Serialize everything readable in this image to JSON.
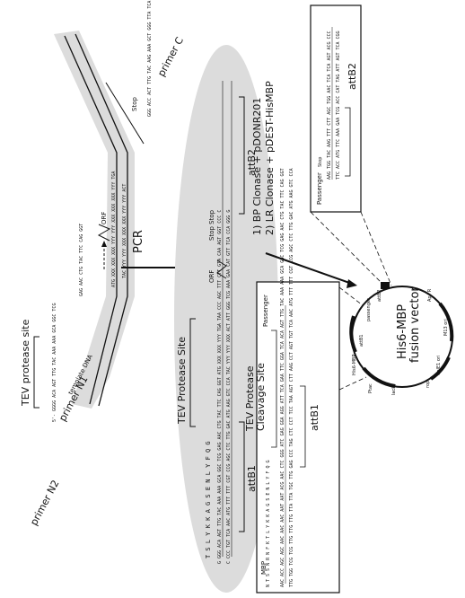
{
  "primers": {
    "n2_label": "primer N2",
    "n2_seq": "5'- GGGG ACA AGT TTG TAC AAA AAA GCA GGC TCG",
    "tev_site": "TEV protease site",
    "n1_label": "primer N1",
    "n1_seq": "GAG AAC CTG TAC TTC CAG GGT",
    "c_label": "primer C",
    "c_seq": "GGG ACC ACT TTG TAC AAG AAA GCT GGG TTA TCA",
    "stop": "Stop"
  },
  "template": {
    "label": "template DNA",
    "orf": "ORF",
    "top_strand": "ATG XXX XXX XXX YYY YYY XXX XXX XXX YYY TGA",
    "bottom_strand": "TAC YYY YYY XXX XXX XXX YYY YYY ACT"
  },
  "pcr": {
    "label": "PCR"
  },
  "product": {
    "tev_site": "TEV Protease Site",
    "protein_seq": "T S L Y K K A G S E N L Y F Q G",
    "top_strand": "G GGG ACA AGT TTG TAC AAA AAA GCA GGC TCG GAG AAC CTG TAC TTC CAG GGT ATG XXX XXX YYY TGA TAA CCC AGC TTT CTT GTA CAA AGT GGT CCC C",
    "bottom_strand": "C CCC TGT TCA AAC ATG TTT TTT CGT CCG AGC CTC TTG GAC ATG AAG GTC CCA TAC YYY YYY XXX ACT ATT GGG TCG AAA GAA CAT GTT TCA CCA GGG G",
    "orf": "ORF",
    "stop_stop": "Stop Stop",
    "attB1": "attB1",
    "attB2": "attB2"
  },
  "cloning": {
    "step1": "1)  BP Clonase + pDONR201",
    "step2": "2)  LR Clonase + pDEST-HisMBP"
  },
  "plasmid": {
    "title_line1": "His6-MBP",
    "title_line2": "fusion vector",
    "features": [
      "attB2",
      "passenger",
      "attB1",
      "His6-MBP",
      "Ptac",
      "lacIq",
      "rop",
      "ColE1 ori",
      "M13 ori",
      "Ap^R"
    ]
  },
  "inset_top": {
    "passenger": "Passenger",
    "stop": "Stop",
    "seq1": "AAG TGG TAC AAG TTT CTT AGC TGG AAC TCA TCA AGT ACG CCC",
    "seq2": "TTC ACC ATG TTC AAA GAA TCG ACC CAT TAG ATT AGT TCA CGG",
    "attB2": "attB2"
  },
  "inset_bottom": {
    "mbp": "MBP",
    "tev_line1": "TEV Protease",
    "tev_line2": "Cleavage Site",
    "passenger": "Passenger",
    "protein_seq": "N T S S N R N F K T L Y K K A G S E N L Y F Q G",
    "seq1": "AAC ACC AGC AGC AAC AAC AAC AAT AAT ACG AAC CTC GGG ATC GAG GGA AGG ATT TCA GAA TTC GGA TCA ACA AGT TTG TAC AAA AAA GCA GGC TCG GAG AAC CTG TAC TTC CAG GGT",
    "seq2": "TTG TGG TCG TCG TTG TTG TTG TTA TTA TGC TTG GAG CCC TAG CTC CCT TCC TAA AGT CTT AAG CCT AGT TGT TCA AAC ATG TTT TTT CGT CCG AGC CTC TTG GAC ATG AAG GTC CCA",
    "attB1": "attB1"
  },
  "colors": {
    "shade": "#dcdcdc",
    "ink": "#111111"
  }
}
